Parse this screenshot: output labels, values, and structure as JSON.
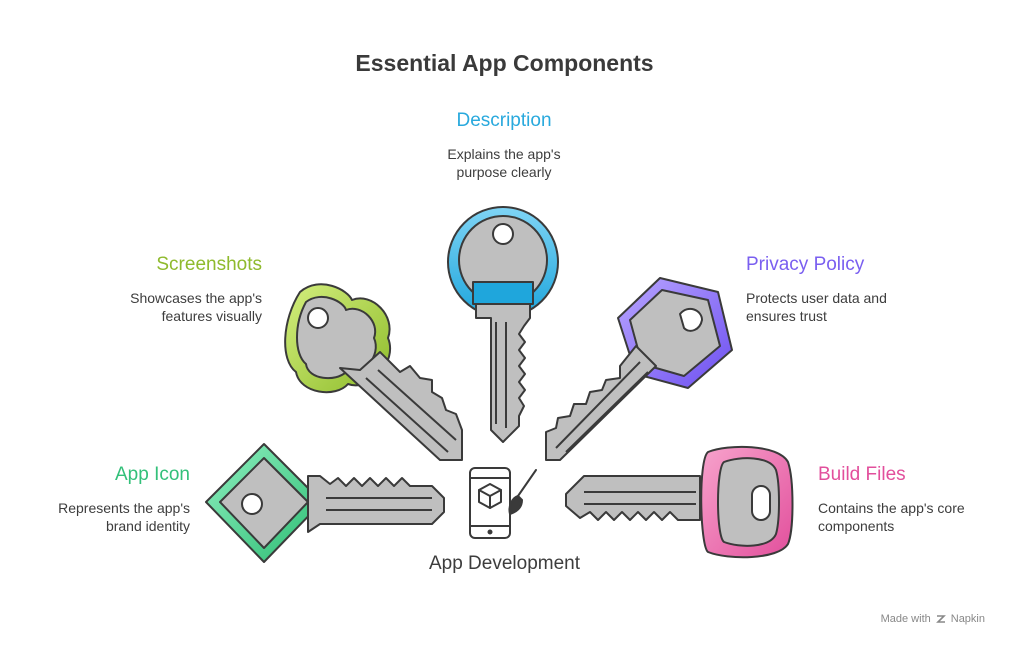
{
  "title": "Essential App Components",
  "center_label": "App Development",
  "items": [
    {
      "id": "description",
      "title": "Description",
      "desc_line1": "Explains the app's",
      "desc_line2": "purpose clearly",
      "color": "#29a9dd"
    },
    {
      "id": "screenshots",
      "title": "Screenshots",
      "desc_line1": "Showcases the app's",
      "desc_line2": "features visually",
      "color": "#8fba2d"
    },
    {
      "id": "privacy-policy",
      "title": "Privacy Policy",
      "desc_line1": "Protects user data and",
      "desc_line2": "ensures trust",
      "color": "#7a5ff0"
    },
    {
      "id": "app-icon",
      "title": "App Icon",
      "desc_line1": "Represents the app's",
      "desc_line2": "brand identity",
      "color": "#33c07a"
    },
    {
      "id": "build-files",
      "title": "Build Files",
      "desc_line1": "Contains the app's core",
      "desc_line2": "components",
      "color": "#e24f9c"
    }
  ],
  "footer": {
    "made_with": "Made with",
    "brand": "Napkin"
  }
}
